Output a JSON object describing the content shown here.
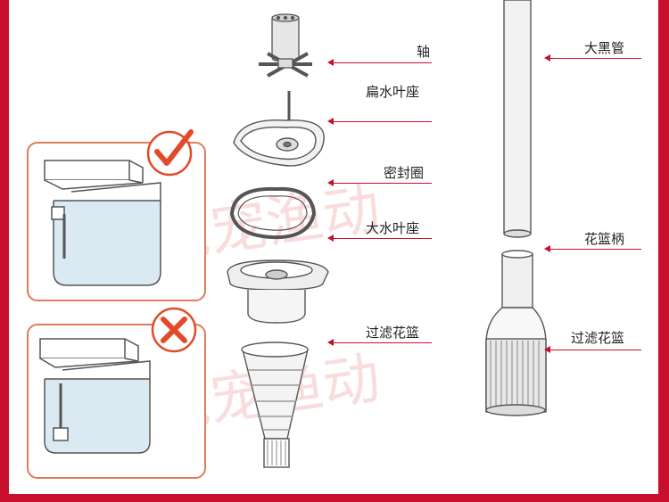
{
  "labels": {
    "shaft": "轴",
    "impeller_seat_flat": "扁水叶座",
    "seal_ring": "密封圈",
    "impeller_seat_large": "大水叶座",
    "filter_basket_left": "过滤花篮",
    "black_tube": "大黑管",
    "basket_handle": "花篮柄",
    "filter_basket_right": "过滤花篮"
  },
  "watermark": "宠宠渔动",
  "colors": {
    "frame": "#c8102e",
    "panel_border": "#e07b5a",
    "check": "#e24a2a",
    "cross": "#e24a2a",
    "tank_water": "#dbe9f3",
    "line": "#555555"
  },
  "icons": {
    "correct": "check-icon",
    "incorrect": "cross-icon"
  }
}
